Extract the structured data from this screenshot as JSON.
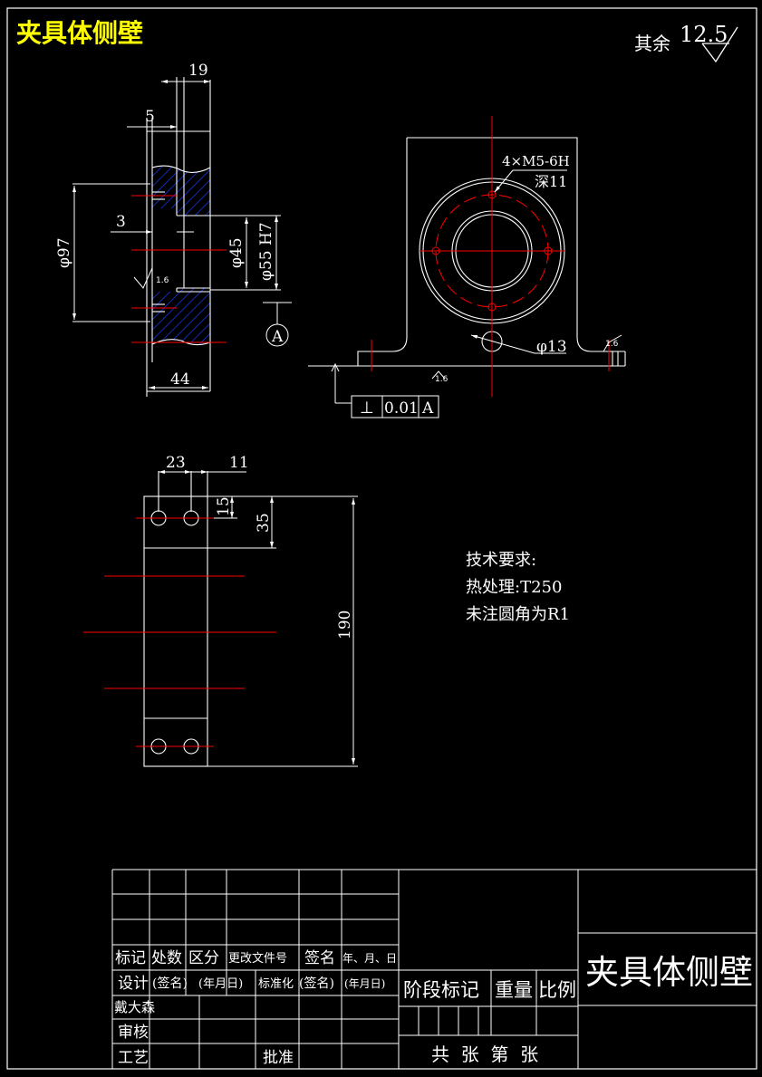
{
  "header": {
    "title": "夹具体侧壁",
    "roughness_prefix": "其余",
    "roughness_value": "12.5"
  },
  "side_view": {
    "dim_width_top": "19",
    "dim_5": "5",
    "dim_3": "3",
    "dim_outer_dia": "φ97",
    "dim_bore_45": "φ45",
    "dim_bore_55": "φ55 H7",
    "dim_bottom": "44",
    "roughness_small": "1.6",
    "datum_label": "A"
  },
  "front_view": {
    "thread_note": "4×M5-6H",
    "thread_depth": "深11",
    "hole_dia": "φ13",
    "roughness_right": "1.6",
    "roughness_base": "1.6",
    "tolerance_symbol": "⊥",
    "tolerance_value": "0.01",
    "tolerance_datum": "A"
  },
  "bottom_view": {
    "dim_23": "23",
    "dim_11": "11",
    "dim_15": "15",
    "dim_35": "35",
    "dim_190": "190"
  },
  "tech_requirements": {
    "heading": "技术要求:",
    "line1": "热处理:T250",
    "line2": "未注圆角为R1"
  },
  "title_block": {
    "row_mark": [
      "标记",
      "处数",
      "区分",
      "更改文件号",
      "签名",
      "年、月、日"
    ],
    "row_design": [
      "设计",
      "(签名)",
      "(年月日)",
      "标准化",
      "(签名)",
      "(年月日)"
    ],
    "designer": "戴大森",
    "review": "审核",
    "process": "工艺",
    "approve": "批准",
    "stage_mark": "阶段标记",
    "weight": "重量",
    "scale": "比例",
    "sheets": "共  张  第  张",
    "part_name": "夹具体侧壁"
  },
  "colors": {
    "line": "#ffffff",
    "center": "#ff0000",
    "hatch": "#1a3cff",
    "title": "#ffff00"
  }
}
